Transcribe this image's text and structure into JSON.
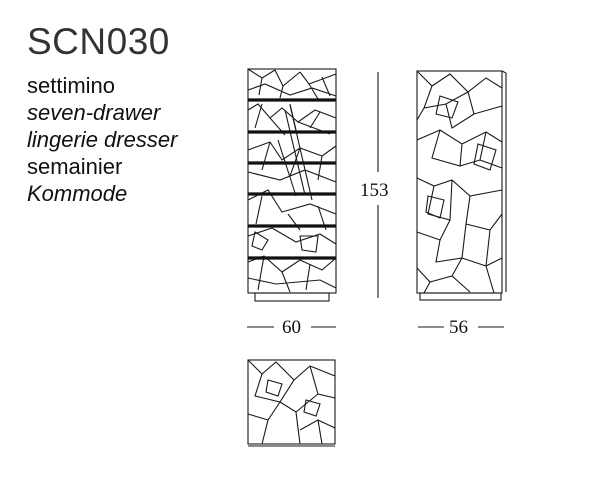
{
  "product": {
    "code": "SCN030",
    "names": [
      {
        "text": "settimino",
        "italic": false
      },
      {
        "text": "seven-drawer",
        "italic": true
      },
      {
        "text": "lingerie dresser",
        "italic": true
      },
      {
        "text": "semainier",
        "italic": false
      },
      {
        "text": "Kommode",
        "italic": true
      }
    ]
  },
  "dimensions": {
    "height": "153",
    "width": "60",
    "depth": "56"
  }
}
